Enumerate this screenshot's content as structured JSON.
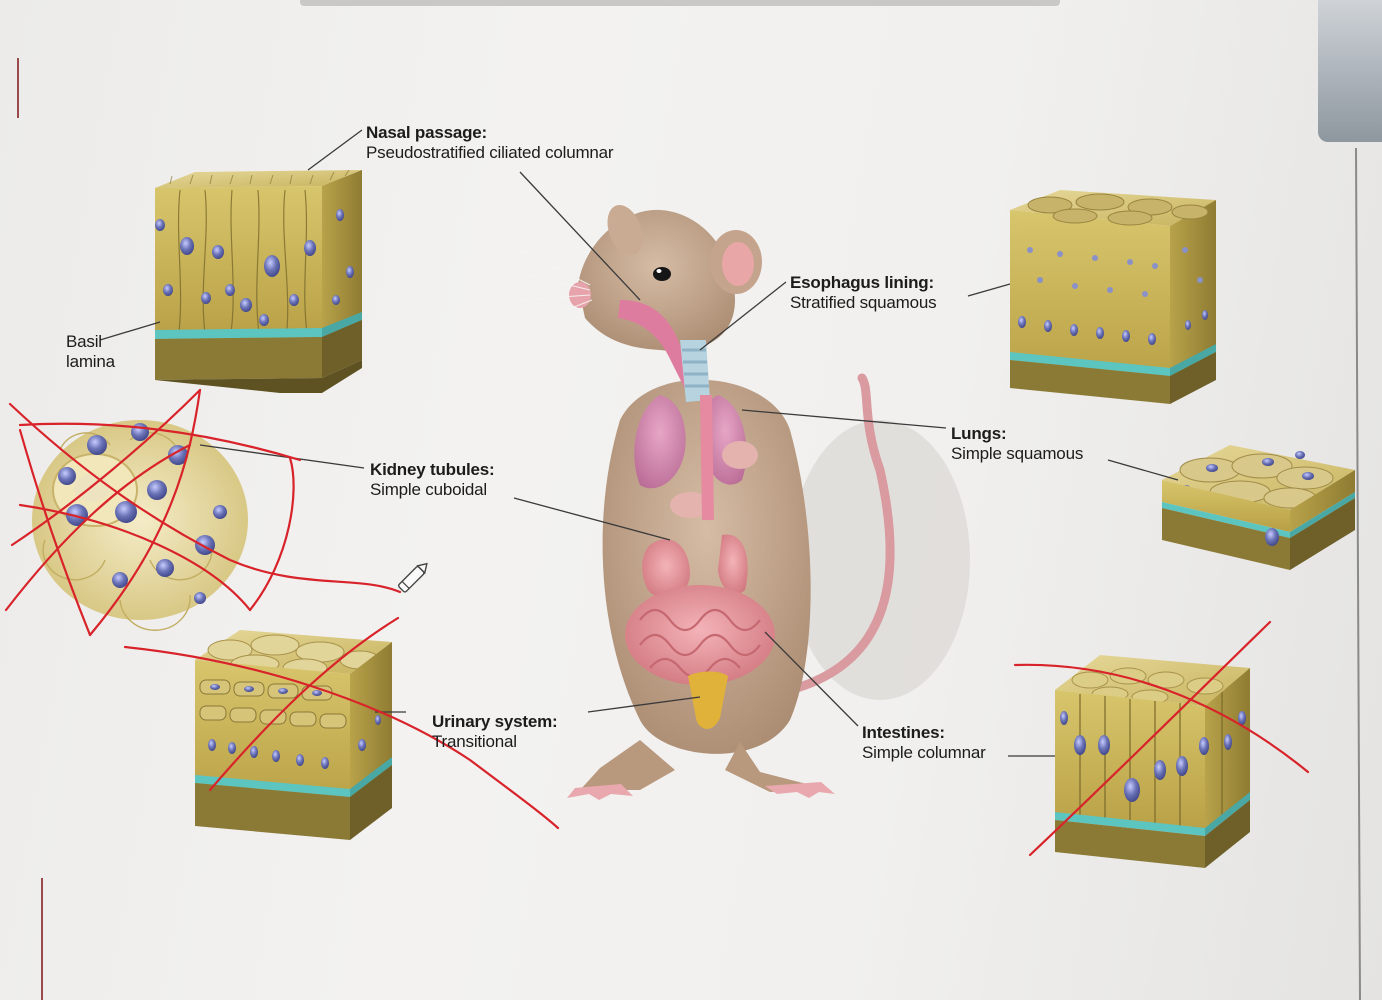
{
  "labels": {
    "nasal": {
      "title": "Nasal passage:",
      "subtitle": "Pseudostratified ciliated columnar"
    },
    "basil": {
      "line1": "Basil",
      "line2": "lamina"
    },
    "esophagus": {
      "title": "Esophagus lining:",
      "subtitle": "Stratified squamous"
    },
    "lungs": {
      "title": "Lungs:",
      "subtitle": "Simple squamous"
    },
    "kidney": {
      "title": "Kidney tubules:",
      "subtitle": "Simple cuboidal"
    },
    "urinary": {
      "title": "Urinary system:",
      "subtitle": "Transitional"
    },
    "intestines": {
      "title": "Intestines:",
      "subtitle": "Simple columnar"
    }
  },
  "colors": {
    "tissue": "#c9b45a",
    "tissue_dark": "#8a7a36",
    "nucleus": "#6c74b8",
    "basement": "#5cc5c0",
    "annotation_ink": "#d8232a",
    "leader_line": "#333333",
    "rat_fur": "#c4a892",
    "organs": "#e28f98"
  },
  "icons": {
    "cursor": "pencil-cursor-icon"
  },
  "annotations": {
    "crossed_out": [
      "kidney",
      "urinary",
      "intestines"
    ]
  }
}
